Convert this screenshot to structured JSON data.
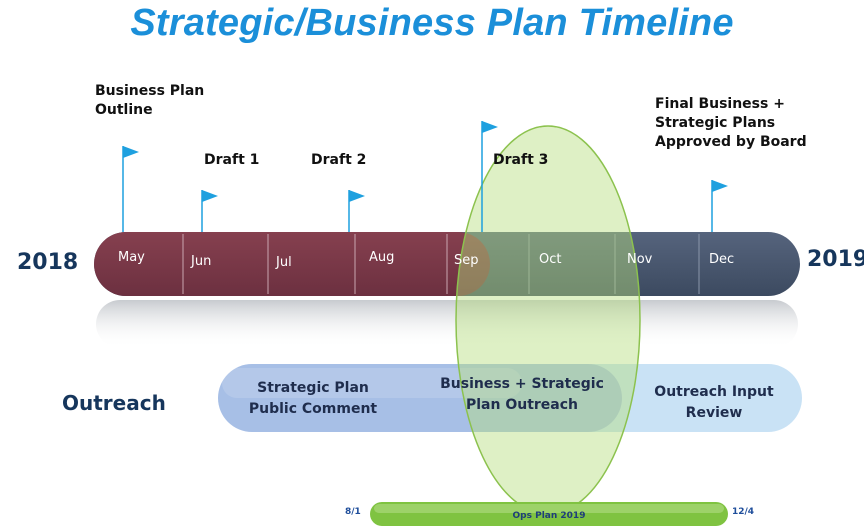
{
  "title": "Strategic/Business Plan Timeline",
  "years": {
    "start": "2018",
    "end": "2019"
  },
  "months": [
    "May",
    "Jun",
    "Jul",
    "Aug",
    "Sep",
    "Oct",
    "Nov",
    "Dec"
  ],
  "milestones": [
    {
      "label_lines": [
        "Business Plan",
        "Outline"
      ]
    },
    {
      "label_lines": [
        "Draft 1"
      ]
    },
    {
      "label_lines": [
        "Draft 2"
      ]
    },
    {
      "label_lines": [
        "Draft 3"
      ]
    },
    {
      "label_lines": [
        "Final Business +",
        "Strategic Plans",
        "Approved by Board"
      ]
    }
  ],
  "outreach": {
    "label": "Outreach",
    "boxes": [
      {
        "lines": [
          "Strategic Plan",
          "Public Comment"
        ]
      },
      {
        "lines": [
          "Business + Strategic",
          "Plan Outreach"
        ]
      },
      {
        "lines": [
          "Outreach Input",
          "Review"
        ]
      }
    ]
  },
  "ops_plan": {
    "label": "Ops Plan 2019",
    "start": "8/1",
    "end": "12/4"
  },
  "colors": {
    "title": "#1b8fd9",
    "bar_past": "#7a3a4a",
    "bar_future": "#4a5870",
    "flag": "#1ea0df",
    "highlight_oval": "#a8d86a",
    "ops_bar": "#7dc23e"
  }
}
